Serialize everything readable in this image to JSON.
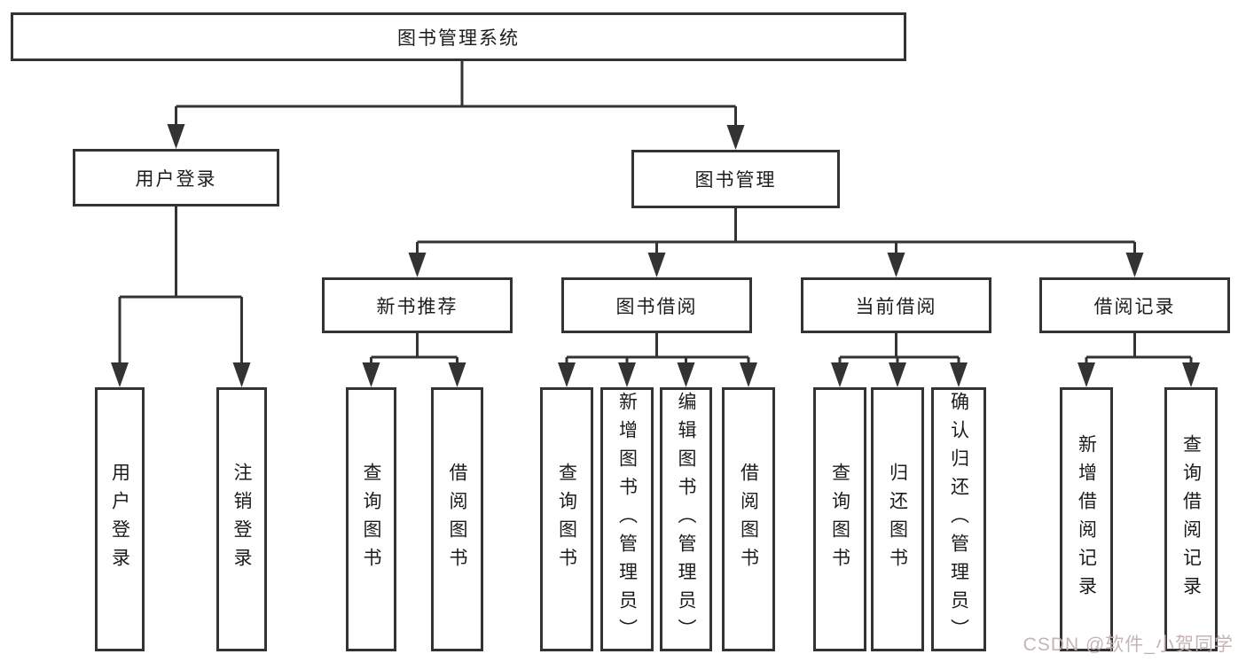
{
  "tree": {
    "label": "图书管理系统",
    "children": [
      {
        "label": "用户登录",
        "children": [
          {
            "label": "用户登录"
          },
          {
            "label": "注销登录"
          }
        ]
      },
      {
        "label": "图书管理",
        "children": [
          {
            "label": "新书推荐",
            "children": [
              {
                "label": "查询图书"
              },
              {
                "label": "借阅图书"
              }
            ]
          },
          {
            "label": "图书借阅",
            "children": [
              {
                "label": "查询图书"
              },
              {
                "label": "新增图书（管理员）"
              },
              {
                "label": "编辑图书（管理员）"
              },
              {
                "label": "借阅图书"
              }
            ]
          },
          {
            "label": "当前借阅",
            "children": [
              {
                "label": "查询图书"
              },
              {
                "label": "归还图书"
              },
              {
                "label": "确认归还（管理员）"
              }
            ]
          },
          {
            "label": "借阅记录",
            "children": [
              {
                "label": "新增借阅记录"
              },
              {
                "label": "查询借阅记录"
              }
            ]
          }
        ]
      }
    ]
  },
  "watermark": {
    "text": "CSDN @软件_小贺同学"
  },
  "colors": {
    "line": "#333333",
    "box_border": "#333333",
    "text": "#1c1c1c",
    "background": "#ffffff",
    "watermark_text": "#c3b1b2"
  }
}
